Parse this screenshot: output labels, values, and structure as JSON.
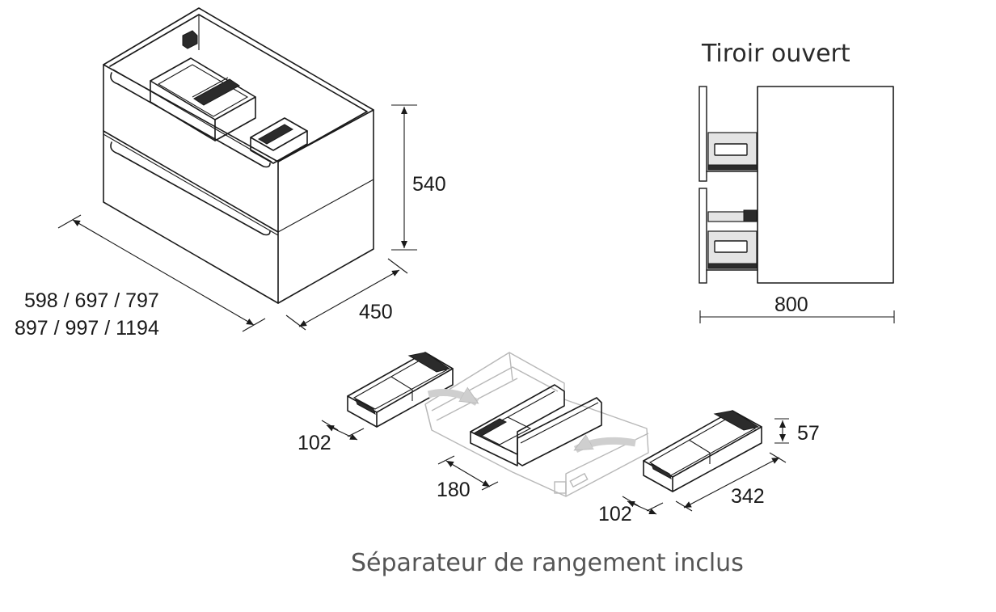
{
  "labels": {
    "drawer_open_title": "Tiroir ouvert",
    "height": "540",
    "widths_line1": "598 / 697 / 797",
    "widths_line2": "897 / 997 / 1194",
    "depth": "450",
    "open_depth": "800",
    "tray_height": "57",
    "tray_depth_left": "102",
    "tray_width_mid": "180",
    "tray_depth_right": "102",
    "tray_width_right": "342",
    "caption": "Séparateur de rangement inclus"
  }
}
